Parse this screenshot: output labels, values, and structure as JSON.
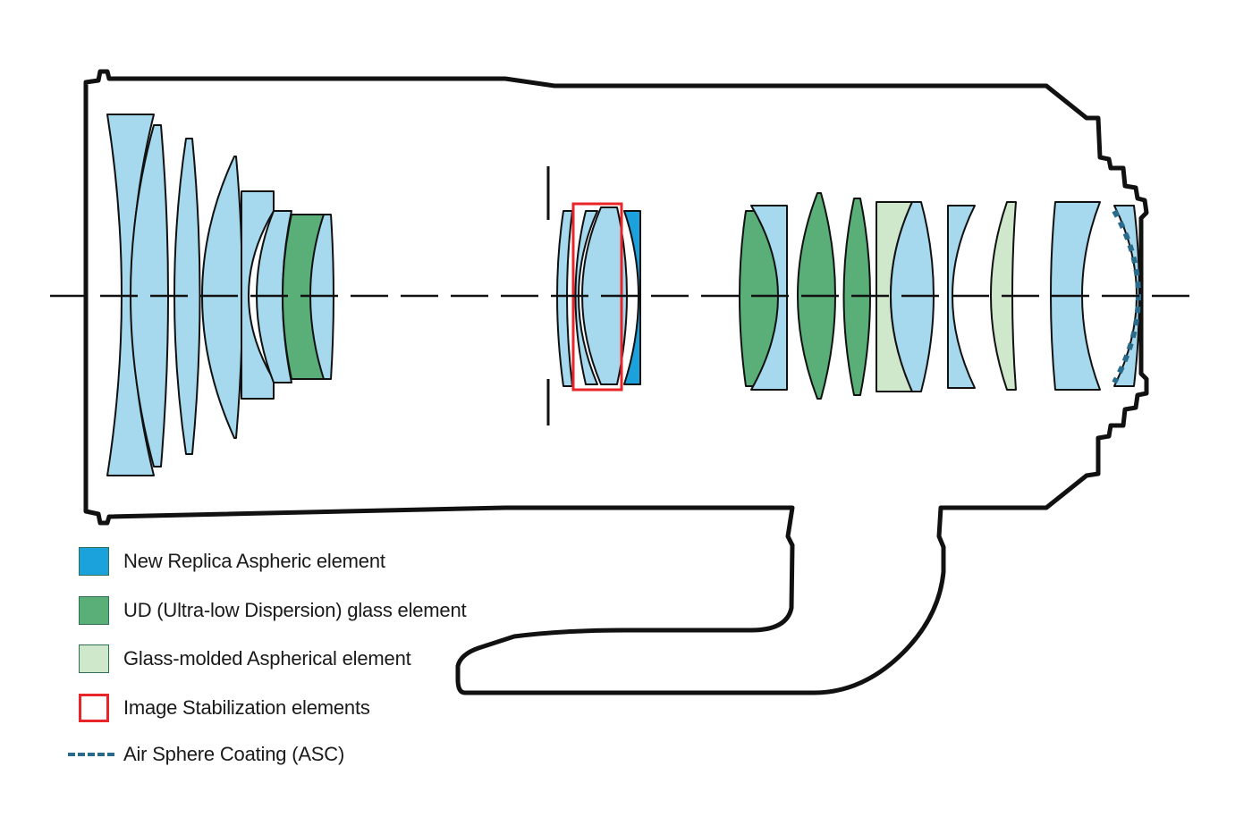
{
  "colors": {
    "outline": "#111111",
    "standard_lens": "#a6d8ee",
    "replica_aspheric": "#1ba1dc",
    "ud_glass": "#5aaf78",
    "glass_molded_aspheric": "#cfe8cc",
    "image_stabilization": "#e8262a",
    "air_sphere_coating": "#2a6a8a"
  },
  "legend": [
    {
      "label": "New Replica Aspheric element",
      "swatch": "replica_aspheric"
    },
    {
      "label": "UD (Ultra-low Dispersion) glass element",
      "swatch": "ud_glass"
    },
    {
      "label": "Glass-molded Aspherical element",
      "swatch": "glass_molded_aspheric"
    },
    {
      "label": "Image Stabilization elements",
      "swatch": "image_stabilization"
    },
    {
      "label": "Air Sphere Coating (ASC)",
      "swatch": "air_sphere_coating"
    }
  ]
}
